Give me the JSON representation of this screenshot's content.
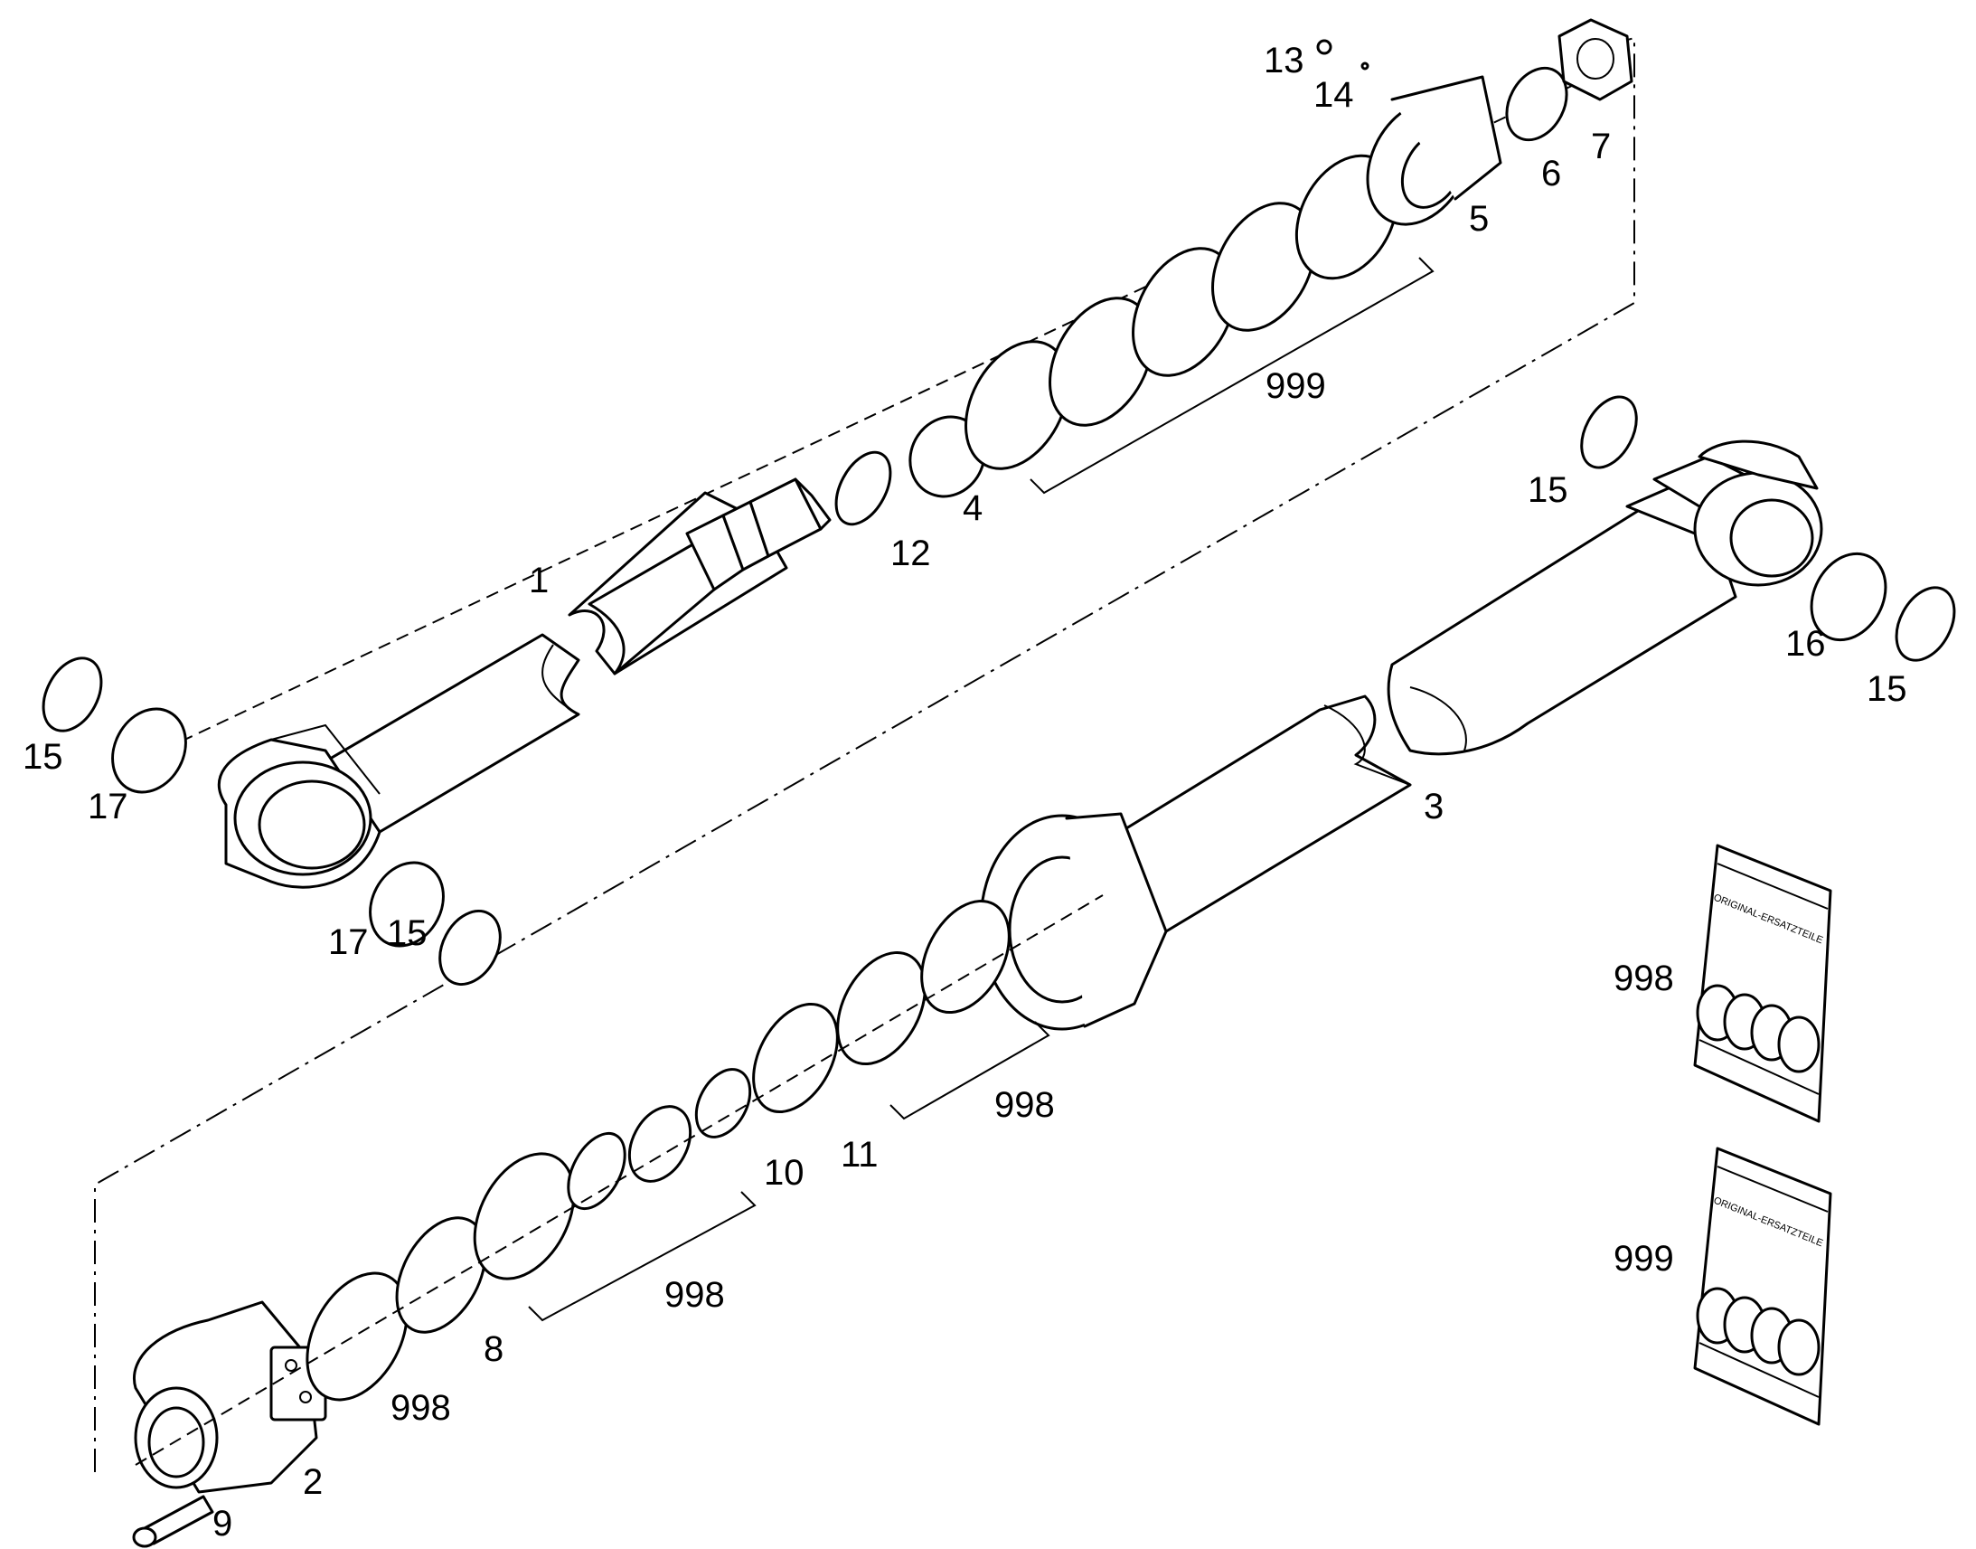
{
  "labels": {
    "l1": "1",
    "l2": "2",
    "l3": "3",
    "l4": "4",
    "l5": "5",
    "l6": "6",
    "l7": "7",
    "l8": "8",
    "l9": "9",
    "l10": "10",
    "l11": "11",
    "l12": "12",
    "l13": "13",
    "l14": "14",
    "l15a": "15",
    "l15b": "15",
    "l15c": "15",
    "l15d": "15",
    "l16": "16",
    "l17a": "17",
    "l17b": "17",
    "l998a": "998",
    "l998b": "998",
    "l998c": "998",
    "l998d": "998",
    "l999a": "999",
    "l999b": "999"
  },
  "kits": {
    "bag_text": "ORIGINAL-ERSATZTEILE"
  }
}
